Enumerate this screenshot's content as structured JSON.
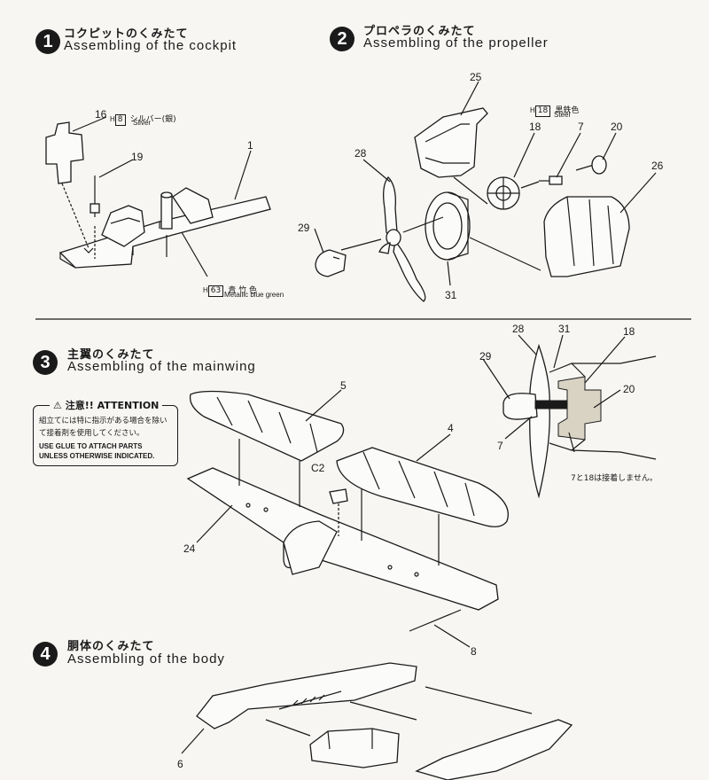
{
  "steps": [
    {
      "num": "1",
      "jp": "コクピットのくみたて",
      "en": "Assembling of the cockpit"
    },
    {
      "num": "2",
      "jp": "プロペラのくみたて",
      "en": "Assembling of the propeller"
    },
    {
      "num": "3",
      "jp": "主翼のくみたて",
      "en": "Assembling of the mainwing"
    },
    {
      "num": "4",
      "jp": "胴体のくみたて",
      "en": "Assembling of the body"
    }
  ],
  "colors": {
    "silver": {
      "code": "8",
      "prefix": "H",
      "jp": "シルバー(銀)",
      "en": "Silver"
    },
    "metallic_blue_green": {
      "code": "63",
      "prefix": "H",
      "jp": "青 竹 色",
      "en": "Metallic blue green"
    },
    "steel": {
      "code": "18",
      "prefix": "H",
      "jp": "黒鉄色",
      "en": "Steel"
    }
  },
  "part_numbers": {
    "cockpit": [
      "16",
      "19",
      "1"
    ],
    "propeller": [
      "25",
      "18",
      "7",
      "20",
      "28",
      "26",
      "29",
      "31"
    ],
    "detail": [
      "28",
      "31",
      "18",
      "29",
      "20",
      "7"
    ],
    "mainwing": [
      "5",
      "4",
      "C2",
      "24",
      "8"
    ],
    "body": [
      "6"
    ]
  },
  "detail_note": "7と18は接着しません。",
  "attention": {
    "title": "注意!! ATTENTION",
    "jp": "組立てには特に指示がある場合を除いて接着剤を使用してください。",
    "en": "USE GLUE TO ATTACH PARTS UNLESS OTHERWISE INDICATED."
  }
}
